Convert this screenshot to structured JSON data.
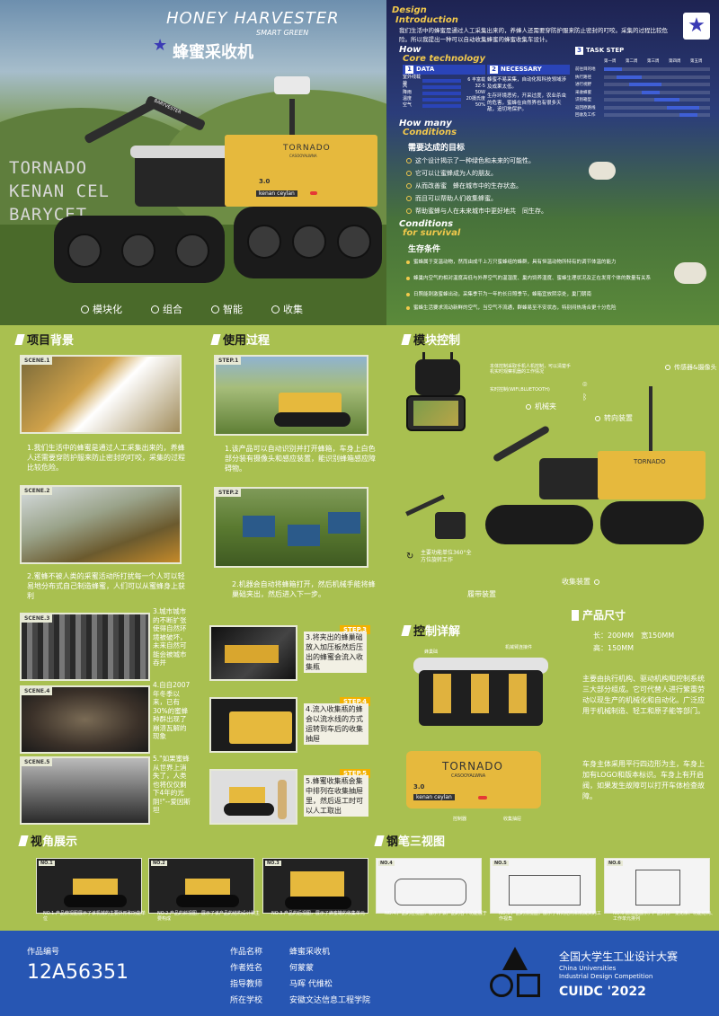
{
  "hero": {
    "title_en": "HONEY HARVESTER",
    "subtitle_en": "SMART GREEN",
    "title_cn": "蜂蜜采收机",
    "side_text_1": "TORNADO",
    "side_text_2": "KENAN CEL",
    "side_text_3": "BARYCET",
    "robot_brand": "TORNADO",
    "robot_sub": "CASOOYALWNA",
    "robot_model": "3.0",
    "robot_name": "kenan ceylan",
    "arm_label": "BARYVESTER",
    "features": [
      "模块化",
      "组合",
      "智能",
      "收集"
    ]
  },
  "design": {
    "title": "Design",
    "title2": "Introduction",
    "text": "我们生活中的蜂蜜是通过人工采集出来的，养蜂人还需要穿防护服来防止密封的叮咬。采集的过程比较危险。所以我提出一种可以自动收集蜂蜜的蜂蜜收集车设计。",
    "how_title": "How",
    "how_title2": "Core technology",
    "data_box": {
      "num": "1",
      "label": "DATA",
      "rows": [
        {
          "name": "室外线载荷",
          "value": "6 丰富载"
        },
        {
          "name": "风",
          "value": "3Z-5"
        },
        {
          "name": "降雨",
          "value": "50W"
        },
        {
          "name": "温度",
          "value": "20摄氏度"
        },
        {
          "name": "空气",
          "value": "50%"
        }
      ]
    },
    "necessary_box": {
      "num": "2",
      "label": "NECESSARY",
      "text1": "蜂蜜不易采集，自动化和科技领域涉及成果太低。",
      "text2": "生存环境恶劣，开采过度，农业杀虫的危害，蜜蜂在自然界也有很多天敌，追切地保护。"
    },
    "task_box": {
      "num": "3",
      "label": "TASK STEP",
      "cols": [
        "第一周",
        "第二周",
        "第三周",
        "第四周",
        "第五周"
      ],
      "rows": [
        "前往目的地",
        "执行路径",
        "进行视野",
        "采收蜂蜜",
        "识别箱型",
        "返回原路线",
        "回收及工作"
      ]
    },
    "many_title": "How many",
    "many_title2": "Conditions",
    "goal_title": "需要达成的目标",
    "goals": [
      "这个设计揭示了一种绿色和未来的可能性。",
      "它可以让蜜蜂成为人的朋友。",
      "从而改善蜜　蜂在城市中的生存状态。",
      "而且可以帮助人们收集蜂蜜。",
      "帮助蜜蜂与人在未来城市中更好地共　同生存。"
    ],
    "cond_title": "Conditions",
    "cond_title2": "for survival",
    "survive_title": "生存条件",
    "conditions": [
      "蜜蜂属于变温动物，然而由成千上万只蜜蜂组的蜂群，具有恒温动物所特有的调节体温的能力",
      "蜂巢内空气的相对温度高低与外界空气的温湿度、巢内饲养湿度、蜜蜂生理状况及正在发育个体的数量有关系",
      "日照能刺激蜜蜂出动，采集季节为一年的长日照季节，蜂箱宜放阴凉处，巢门朝南",
      "蜜蜂生活要求流动新鲜的空气，当空气不流通，群蜂易至不安状态，特别闷热场合更十分危险"
    ]
  },
  "background": {
    "title_a": "项目",
    "title_b": "背景",
    "scenes": [
      {
        "label": "SCENE.1",
        "text": "1.我们生活中的蜂蜜是通过人工采集出来的，养蜂人还需要穿防护服来防止密封的叮咬，采集的过程比较危险。"
      },
      {
        "label": "SCENE.2",
        "text": "2.蜜蜂不被人类的采蜜活动所打扰每一个人可以轻易地分布式自己制造蜂蜜，人们可以从蜜蜂身上获利"
      },
      {
        "label": "SCENE.3",
        "text": "3.城市城市的不断扩张使得自然环境被破坏，未来自然可能会被城市吞并"
      },
      {
        "label": "SCENE.4",
        "text": "4.自自2007年冬季以来，已有30%的蜜蜂种群出现了崩溃瓦解的现象"
      },
      {
        "label": "SCENE.5",
        "text": "5.\"如果蜜蜂从世界上消失了，人类也将仅仅剩下4年的光阴!\"--爱因斯坦"
      }
    ]
  },
  "usage": {
    "title_a": "使用",
    "title_b": "过程",
    "steps": [
      {
        "label": "STEP.1",
        "text": "1.该产品可以自动识别并打开蜂箱，车身上白色部分装有摄像头和感应装置，能识别蜂箱感应障碍物。"
      },
      {
        "label": "STEP.2",
        "text": "2.机器会自动将蜂箱打开，然后机械手能将蜂巢础夹出，然后进入下一步。"
      },
      {
        "label": "STEP.3",
        "text": "3.将夹出的蜂巢础放入加压板然后压出的蜂蜜会流入收集瓶"
      },
      {
        "label": "STEP.4",
        "text": "4.流入收集瓶的蜂会以流水线的方式运转到车后的收集抽屉"
      },
      {
        "label": "STEP.5",
        "text": "5.蜂蜜收集瓶会集中排列在收集抽屉里，然后返工时可以人工取出"
      }
    ]
  },
  "module": {
    "title_a": "模",
    "title_b": "块控制",
    "remote_note": "本体控制采取手机人机控制，可以清楚手机实时观察机器的工作情况",
    "wifi_note": "实时控制(WIFI,BLUETOOTH)",
    "labels": {
      "arm": "机械夹",
      "rotate": "转向装置",
      "sensor": "传感器&摄像头",
      "track": "履带装置",
      "collect": "收集装置",
      "rotate_note": "主要功能单位360°全方位旋转工作"
    }
  },
  "control": {
    "title_a": "控",
    "title_b": "制详解",
    "callouts": [
      "蜂巢础",
      "机械臂连接件",
      "控制器",
      "收集抽屉"
    ],
    "logo_brand": "TORNADO",
    "logo_sub": "CASOOYALWNA",
    "model": "3.0",
    "name": "kenan  ceylan"
  },
  "size": {
    "title": "产品尺寸",
    "line1": "长：200MM　宽150MM",
    "line2": "高：150MM",
    "desc1": "主要由执行机构、驱动机构和控制系统三大部分组成。它可代替人进行繁重劳动以现生产的机械化和自动化。广泛应用于机械制造、轻工和原子能等部门。",
    "desc2": "车身主体采用平行四边形为主，车身上加有LOGO和版本标识。车身上有开启阀，如果发生故障可以打开车体检查故障。"
  },
  "views": {
    "title_a": "视",
    "title_b": "角展示",
    "title_c": "钢",
    "title_d": "笔三视图",
    "items": [
      {
        "no": "NO.1",
        "cap": "NO.1.产品俯视图展示了该机械的主要外形和功能单位"
      },
      {
        "no": "NO.2",
        "cap": "NO.2.产品的斜视图，展示了该产品的结构设计和主要构成"
      },
      {
        "no": "NO.3",
        "cap": "NO.3.产品的后视图，展示了蜂蜜罐的收集单元"
      },
      {
        "no": "NO.4",
        "cap": "NO.4.产品的左视图，展示了该产品的各个功能展于"
      },
      {
        "no": "NO.5",
        "cap": "NO.5.产品的顶视图，展示了转向结构和机械夹的工作视角"
      },
      {
        "no": "NO.6",
        "cap": "NO.6.前视图展示，产品外形一览无余、功能结构、工作单元排列"
      }
    ]
  },
  "footer": {
    "id_label": "作品编号",
    "id_value": "12A56351",
    "name_label": "作品名称",
    "name_value": "蜂蜜采收机",
    "author_label": "作者姓名",
    "author_value": "何蒙蒙",
    "teacher_label": "指导教师",
    "teacher_value": "马晖 代维松",
    "school_label": "所在学校",
    "school_value": "安徽文达信息工程学院",
    "comp_cn": "全国大学生工业设计大赛",
    "comp_en1": "China Universities",
    "comp_en2": "Industrial Design Competition",
    "comp_short": "CUIDC",
    "comp_year": "'2022"
  }
}
